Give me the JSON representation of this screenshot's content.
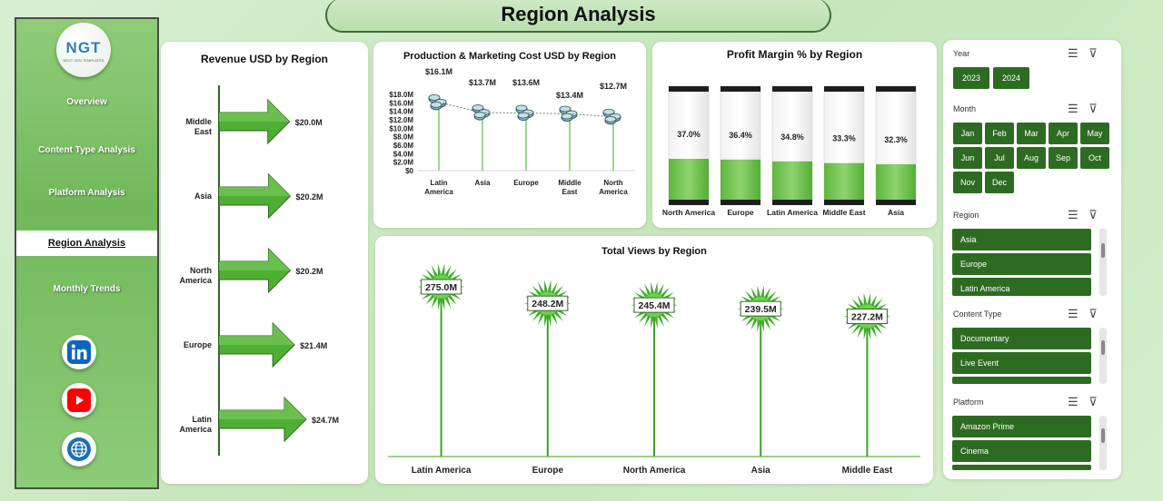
{
  "header": {
    "title": "Region Analysis"
  },
  "logo": {
    "text": "NGT",
    "subtext": "NEXT GEN TEMPLATES"
  },
  "sidebar": {
    "items": [
      {
        "label": "Overview",
        "active": false
      },
      {
        "label": "Content Type Analysis",
        "active": false
      },
      {
        "label": "Platform Analysis",
        "active": false
      },
      {
        "label": "Region Analysis",
        "active": true
      },
      {
        "label": "Monthly Trends",
        "active": false
      }
    ],
    "social": [
      "linkedin-icon",
      "youtube-icon",
      "globe-icon"
    ]
  },
  "slicers": {
    "year": {
      "title": "Year",
      "options": [
        "2023",
        "2024"
      ]
    },
    "month": {
      "title": "Month",
      "options": [
        "Jan",
        "Feb",
        "Mar",
        "Apr",
        "May",
        "Jun",
        "Jul",
        "Aug",
        "Sep",
        "Oct",
        "Nov",
        "Dec"
      ]
    },
    "region": {
      "title": "Region",
      "options": [
        "Asia",
        "Europe",
        "Latin America"
      ]
    },
    "content_type": {
      "title": "Content Type",
      "options": [
        "Documentary",
        "Live Event"
      ]
    },
    "platform": {
      "title": "Platform",
      "options": [
        "Amazon Prime",
        "Cinema"
      ]
    }
  },
  "colors": {
    "accent": "#2e6b22",
    "bar_green": "#5cb83a",
    "dark": "#1e1e1e"
  },
  "chart_data": [
    {
      "id": "revenue",
      "type": "bar",
      "title": "Revenue USD by Region",
      "categories": [
        "Middle East",
        "Asia",
        "North America",
        "Europe",
        "Latin America"
      ],
      "values": [
        20.0,
        20.2,
        20.2,
        21.4,
        24.7
      ],
      "labels": [
        "$20.0M",
        "$20.2M",
        "$20.2M",
        "$21.4M",
        "$24.7M"
      ],
      "orientation": "horizontal"
    },
    {
      "id": "cost",
      "type": "line",
      "title": "Production & Marketing Cost USD by Region",
      "categories": [
        "Latin America",
        "Asia",
        "Europe",
        "Middle East",
        "North America"
      ],
      "values": [
        16.1,
        13.7,
        13.6,
        13.4,
        12.7
      ],
      "labels": [
        "$16.1M",
        "$13.7M",
        "$13.6M",
        "$13.4M",
        "$12.7M"
      ],
      "yticks": [
        "$0",
        "$2.0M",
        "$4.0M",
        "$6.0M",
        "$8.0M",
        "$10.0M",
        "$12.0M",
        "$14.0M",
        "$16.0M",
        "$18.0M"
      ],
      "ylim": [
        0,
        18
      ]
    },
    {
      "id": "profit",
      "type": "bar",
      "title": "Profit Margin % by Region",
      "categories": [
        "North America",
        "Europe",
        "Latin America",
        "Middle East",
        "Asia"
      ],
      "values": [
        37.0,
        36.4,
        34.8,
        33.3,
        32.3
      ],
      "labels": [
        "37.0%",
        "36.4%",
        "34.8%",
        "33.3%",
        "32.3%"
      ],
      "ylim": [
        0,
        100
      ]
    },
    {
      "id": "views",
      "type": "bar",
      "title": "Total Views by Region",
      "categories": [
        "Latin America",
        "Europe",
        "North America",
        "Asia",
        "Middle East"
      ],
      "values": [
        275.0,
        248.2,
        245.4,
        239.5,
        227.2
      ],
      "labels": [
        "275.0M",
        "248.2M",
        "245.4M",
        "239.5M",
        "227.2M"
      ]
    }
  ]
}
